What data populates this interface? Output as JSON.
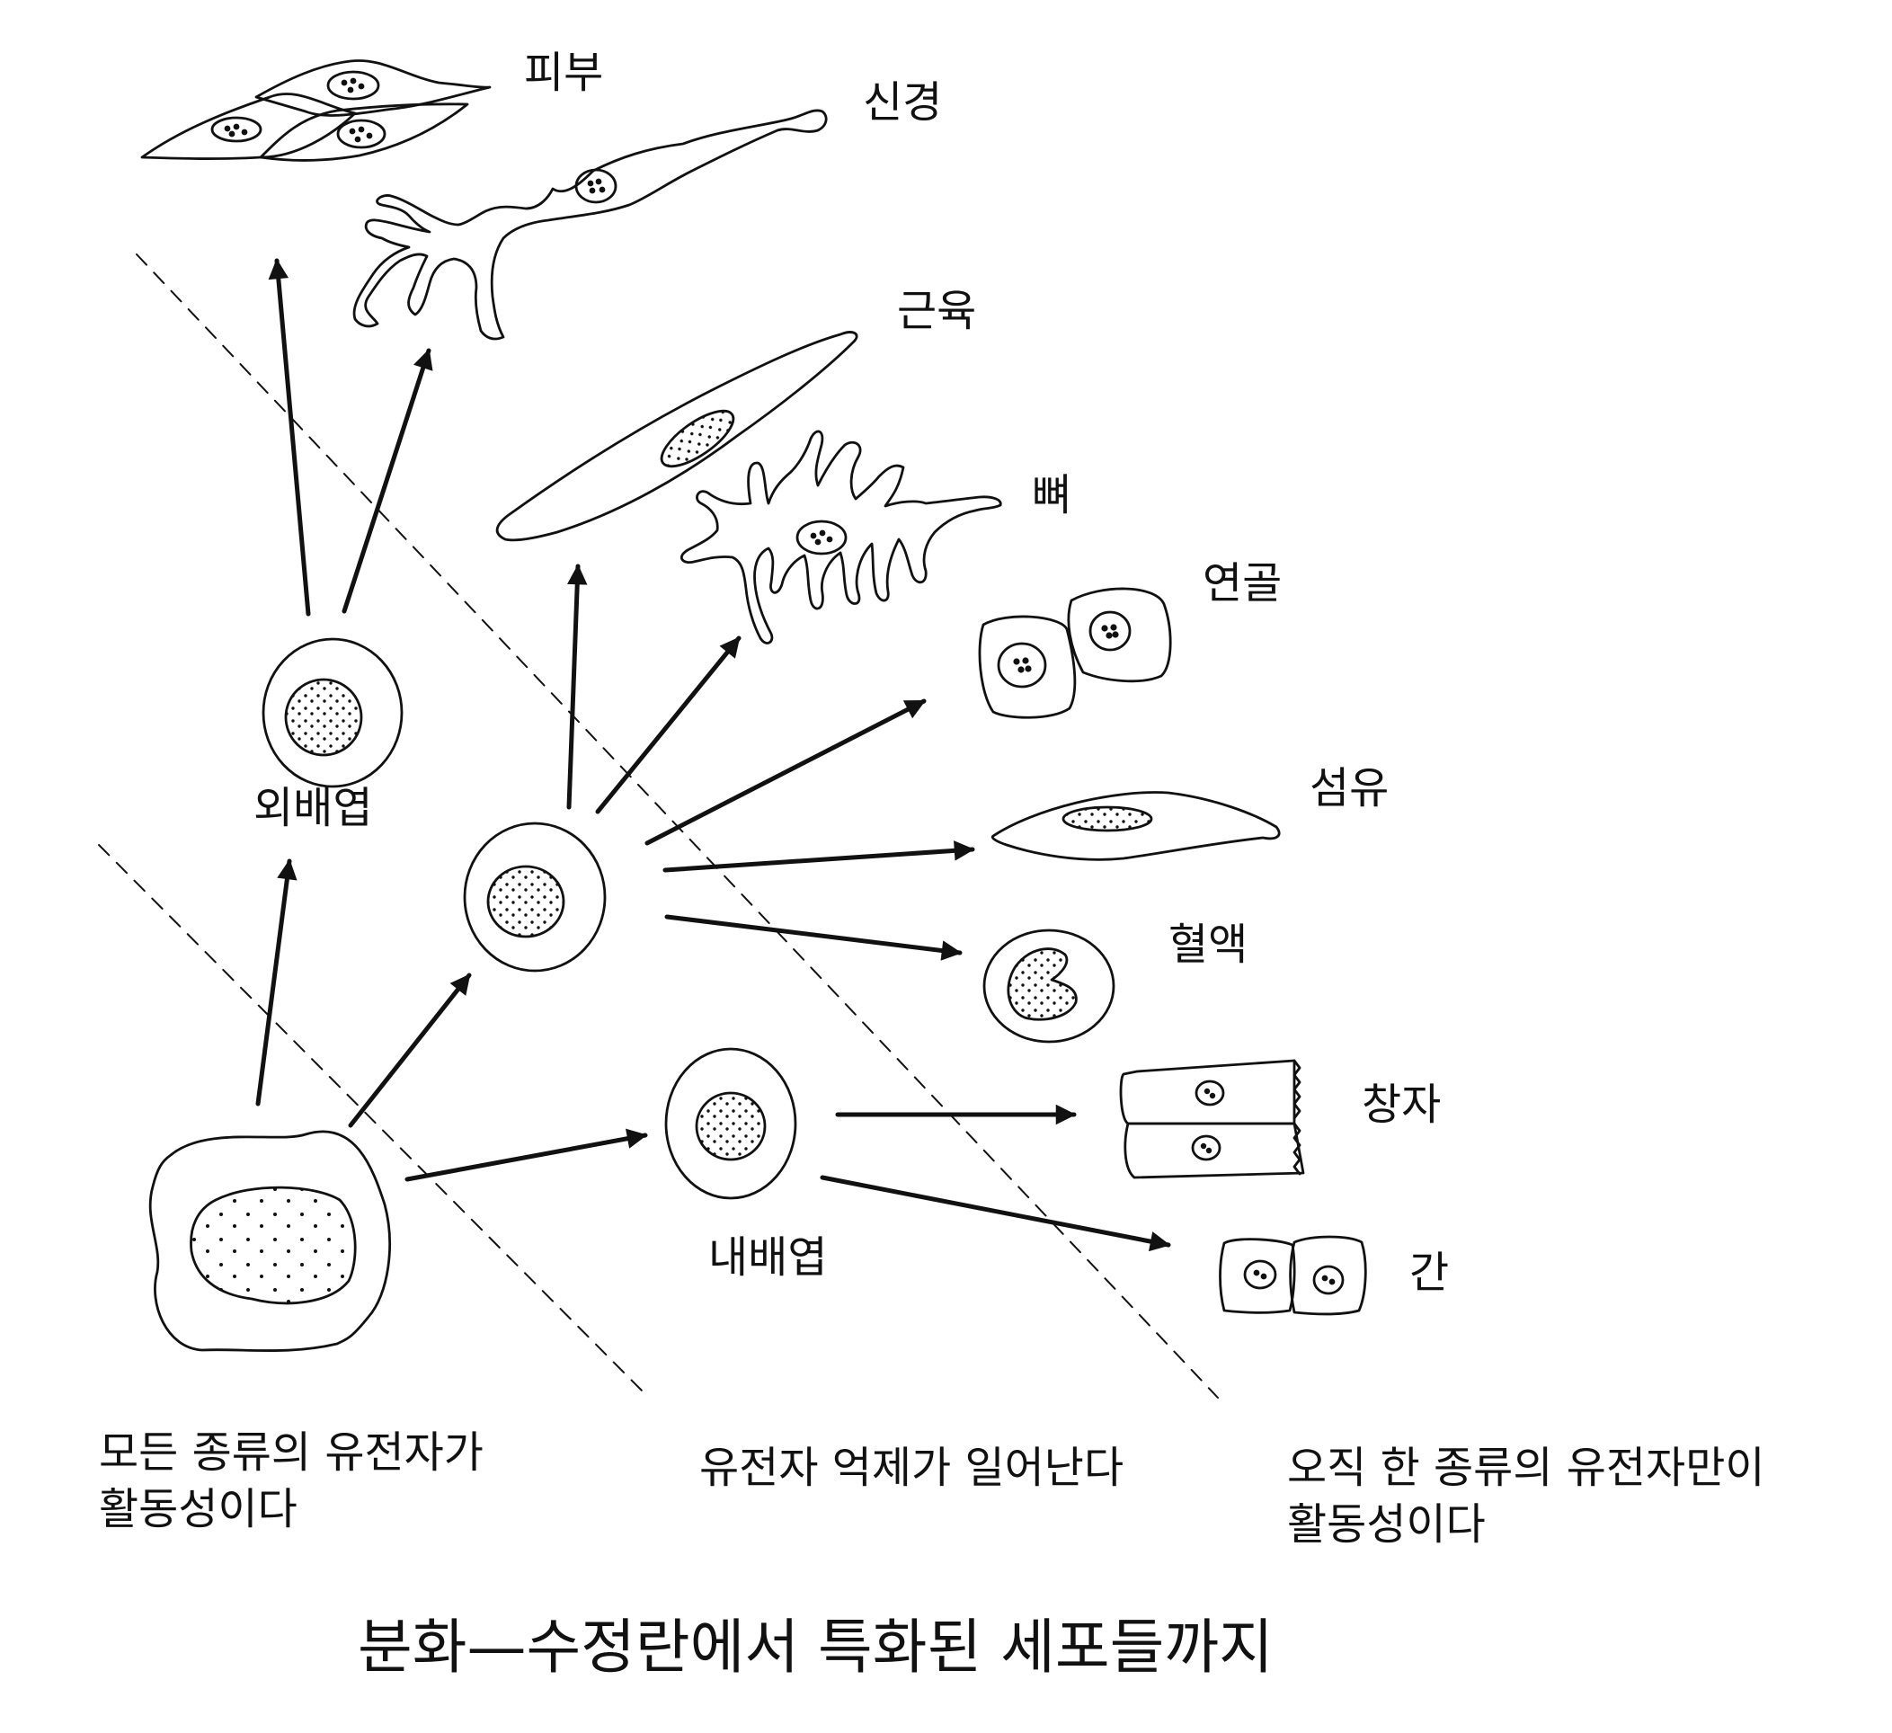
{
  "labels": {
    "skin": "피부",
    "nerve": "신경",
    "muscle": "근육",
    "bone": "뼈",
    "cartilage": "연골",
    "fiber": "섬유",
    "blood": "혈액",
    "gut": "창자",
    "liver": "간",
    "ectoderm": "외배엽",
    "endoderm": "내배엽"
  },
  "captions": {
    "left_line1": "모든 종류의 유전자가",
    "left_line2": "활동성이다",
    "middle": "유전자 억제가 일어난다",
    "right_line1": "오직 한 종류의 유전자만이",
    "right_line2": "활동성이다"
  },
  "title": "분화—수정란에서 특화된 세포들까지",
  "colors": {
    "ink": "#111111",
    "background": "#ffffff"
  }
}
